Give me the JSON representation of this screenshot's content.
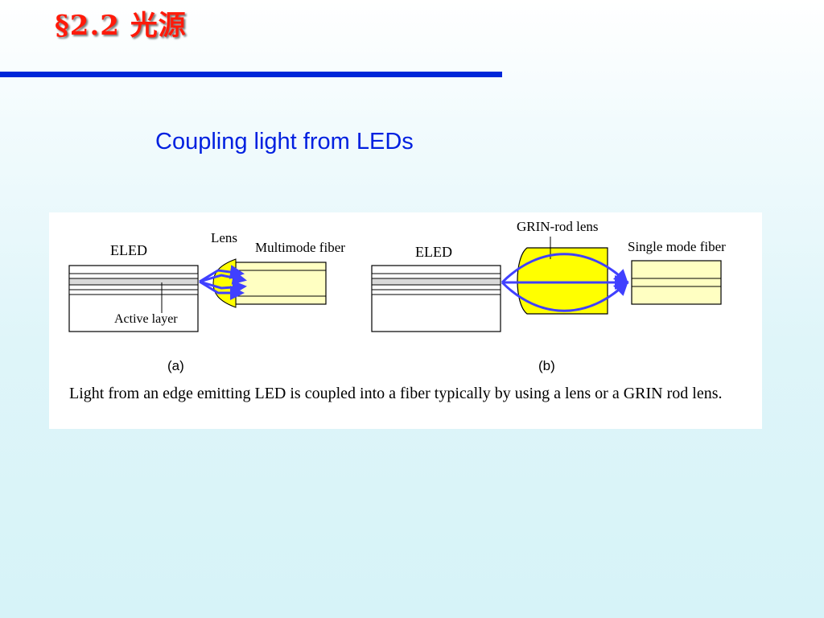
{
  "slide": {
    "title": "§2.2  光源",
    "subtitle": "Coupling light from LEDs"
  },
  "figure": {
    "panel_a": {
      "eled_label": "ELED",
      "lens_label": "Lens",
      "fiber_label": "Multimode fiber",
      "active_layer_label": "Active layer",
      "sub_label": "(a)"
    },
    "panel_b": {
      "eled_label": "ELED",
      "lens_label": "GRIN-rod lens",
      "fiber_label": "Single mode fiber",
      "sub_label": "(b)"
    },
    "caption": "Light from an edge emitting LED is coupled into a fiber typically by using a lens or a GRIN rod lens."
  },
  "colors": {
    "title": "#ff1a0a",
    "rule": "#0026d9",
    "subtitle": "#0020e0",
    "lens_fill": "#ffff00",
    "fiber_fill": "#ffffc2",
    "ray": "#4040ff"
  }
}
